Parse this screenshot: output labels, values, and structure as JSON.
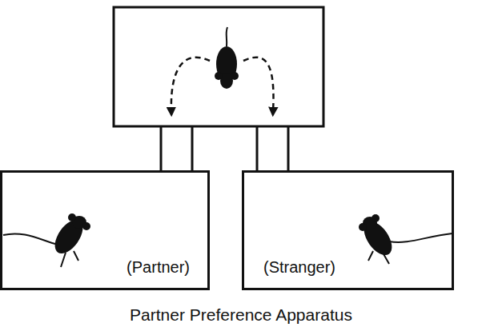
{
  "diagram": {
    "caption": "Partner Preference Apparatus",
    "nodes": [
      {
        "text": [
          "(Partner)"
        ]
      },
      {
        "text": [
          "(Stranger)"
        ]
      }
    ]
  }
}
